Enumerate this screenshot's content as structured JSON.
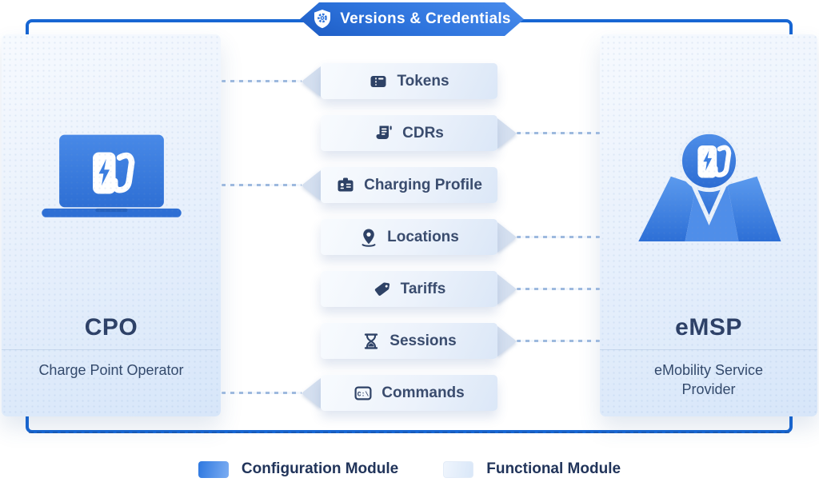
{
  "title_badge": {
    "label": "Versions & Credentials",
    "icon": "shield-gear-icon"
  },
  "actors": {
    "cpo": {
      "acronym": "CPO",
      "full_name": "Charge Point Operator",
      "icon": "laptop-ev-charger-icon"
    },
    "emsp": {
      "acronym": "eMSP",
      "full_name": "eMobility Service Provider",
      "icon": "map-ev-charger-pin-icon"
    }
  },
  "modules": [
    {
      "label": "Tokens",
      "icon": "ticket-icon",
      "arrow_direction": "left"
    },
    {
      "label": "CDRs",
      "icon": "receipt-scroll-icon",
      "arrow_direction": "right"
    },
    {
      "label": "Charging Profile",
      "icon": "id-badge-icon",
      "arrow_direction": "left"
    },
    {
      "label": "Locations",
      "icon": "map-pin-icon",
      "arrow_direction": "right"
    },
    {
      "label": "Tariffs",
      "icon": "price-tag-icon",
      "arrow_direction": "right"
    },
    {
      "label": "Sessions",
      "icon": "hourglass-icon",
      "arrow_direction": "right"
    },
    {
      "label": "Commands",
      "icon": "terminal-icon",
      "arrow_direction": "left",
      "icon_text": "C:\\"
    }
  ],
  "legend": {
    "configuration": {
      "label": "Configuration Module",
      "swatch_color": "#2e78e0"
    },
    "functional": {
      "label": "Functional Module",
      "swatch_color": "#e6eefb"
    }
  },
  "colors": {
    "frame_blue": "#1766d3",
    "badge_gradient_start": "#4a8cec",
    "badge_gradient_end": "#1d5cc4",
    "text_navy": "#2d4066",
    "icon_navy": "#2e4266",
    "arrow_fill": "#d4dfef"
  }
}
